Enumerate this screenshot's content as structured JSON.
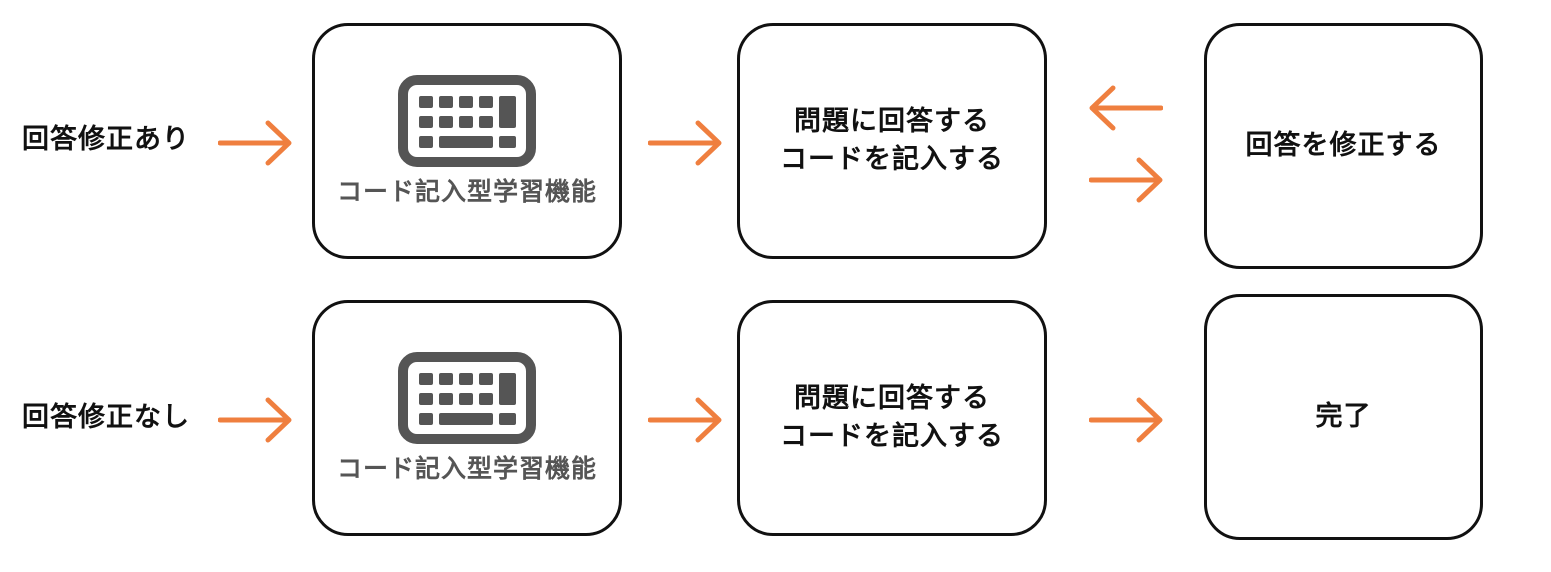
{
  "rows": [
    {
      "label": "回答修正あり",
      "feature": {
        "icon": "keyboard-icon",
        "label": "コード記入型学習機能"
      },
      "step": {
        "lines": [
          "問題に回答する",
          "コードを記入する"
        ]
      },
      "result": {
        "text": "回答を修正する"
      },
      "loop_back": true
    },
    {
      "label": "回答修正なし",
      "feature": {
        "icon": "keyboard-icon",
        "label": "コード記入型学習機能"
      },
      "step": {
        "lines": [
          "問題に回答する",
          "コードを記入する"
        ]
      },
      "result": {
        "text": "完了"
      },
      "loop_back": false
    }
  ],
  "colors": {
    "arrow": "#ef7f3f",
    "border": "#111111",
    "icon": "#555555",
    "feature_text": "#555555"
  }
}
